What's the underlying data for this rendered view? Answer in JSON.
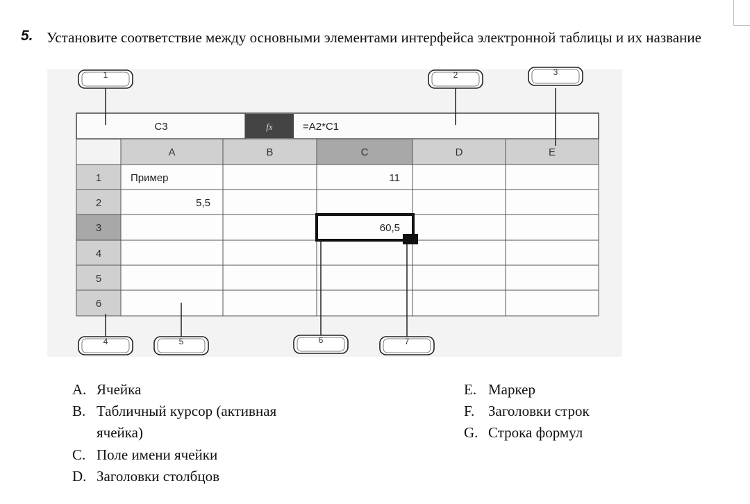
{
  "question": {
    "number": "5.",
    "text": "Установите  соответствие между основными элементами интерфейса электронной таблицы и их название"
  },
  "spreadsheet": {
    "name_box": "C3",
    "fx_icon": "fx",
    "formula": "=A2*C1",
    "columns": [
      "A",
      "B",
      "C",
      "D",
      "E"
    ],
    "rows": [
      "1",
      "2",
      "3",
      "4",
      "5",
      "6"
    ],
    "cells": {
      "A1": "Пример",
      "C1": "11",
      "A2": "5,5",
      "C3": "60,5"
    },
    "active_cell": "C3"
  },
  "callouts": [
    "1",
    "2",
    "3",
    "4",
    "5",
    "6",
    "7"
  ],
  "answers": [
    {
      "letter": "A.",
      "text": "Ячейка"
    },
    {
      "letter": "B.",
      "text": "Табличный курсор (активная",
      "text2": "ячейка)"
    },
    {
      "letter": "C.",
      "text": "Поле имени ячейки"
    },
    {
      "letter": "D.",
      "text": "Заголовки столбцов"
    },
    {
      "letter": "E.",
      "text": "Маркер"
    },
    {
      "letter": "F.",
      "text": "Заголовки строк"
    },
    {
      "letter": "G.",
      "text": "Строка формул"
    }
  ],
  "colors": {
    "header_fill": "#d0d0d0",
    "active_header_fill": "#a8a8a8",
    "fx_fill": "#444444"
  }
}
